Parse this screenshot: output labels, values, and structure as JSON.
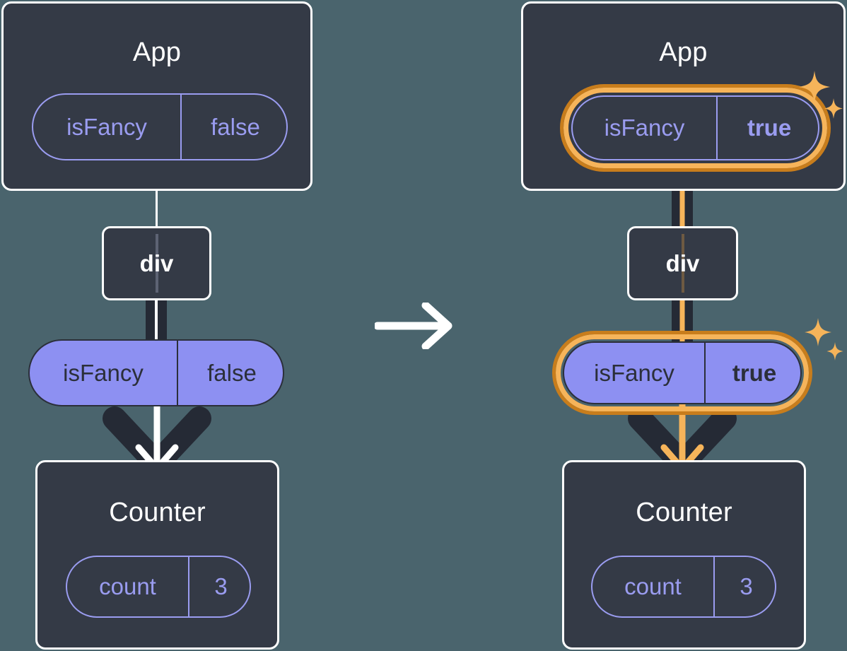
{
  "diagram": {
    "title": "React state lifted to App, passed down to Counter",
    "type": "component-tree-comparison",
    "transition_icon": "arrow-right-icon",
    "background_color": "#4a646d",
    "colors": {
      "panel_bg": "#343a46",
      "panel_border": "#ffffff",
      "pill_outline": "#9a9cf0",
      "pill_solid_bg": "#8d90f2",
      "pill_solid_text": "#2b2f3a",
      "highlight_outer": "#c87d1c",
      "highlight_inner": "#f6b45a",
      "connector_dark": "#252a35",
      "connector_light": "#ffffff"
    }
  },
  "panels": [
    {
      "id": "before",
      "app": {
        "label": "App",
        "state_pill": {
          "name": "isFancy",
          "value": "false",
          "bold_value": false,
          "highlighted": false,
          "style": "outline"
        }
      },
      "div": {
        "label": "div"
      },
      "props_pill": {
        "name": "isFancy",
        "value": "false",
        "bold_value": false,
        "highlighted": false,
        "style": "solid"
      },
      "counter": {
        "label": "Counter",
        "state_pill": {
          "name": "count",
          "value": "3",
          "bold_value": false,
          "highlighted": false,
          "style": "outline"
        }
      },
      "connector_core": "white",
      "arrow_core": "white",
      "sparkles": false
    },
    {
      "id": "after",
      "app": {
        "label": "App",
        "state_pill": {
          "name": "isFancy",
          "value": "true",
          "bold_value": true,
          "highlighted": true,
          "style": "outline"
        }
      },
      "div": {
        "label": "div"
      },
      "props_pill": {
        "name": "isFancy",
        "value": "true",
        "bold_value": true,
        "highlighted": true,
        "style": "solid"
      },
      "counter": {
        "label": "Counter",
        "state_pill": {
          "name": "count",
          "value": "3",
          "bold_value": false,
          "highlighted": false,
          "style": "outline"
        }
      },
      "connector_core": "orange",
      "arrow_core": "orange",
      "sparkles": true
    }
  ]
}
